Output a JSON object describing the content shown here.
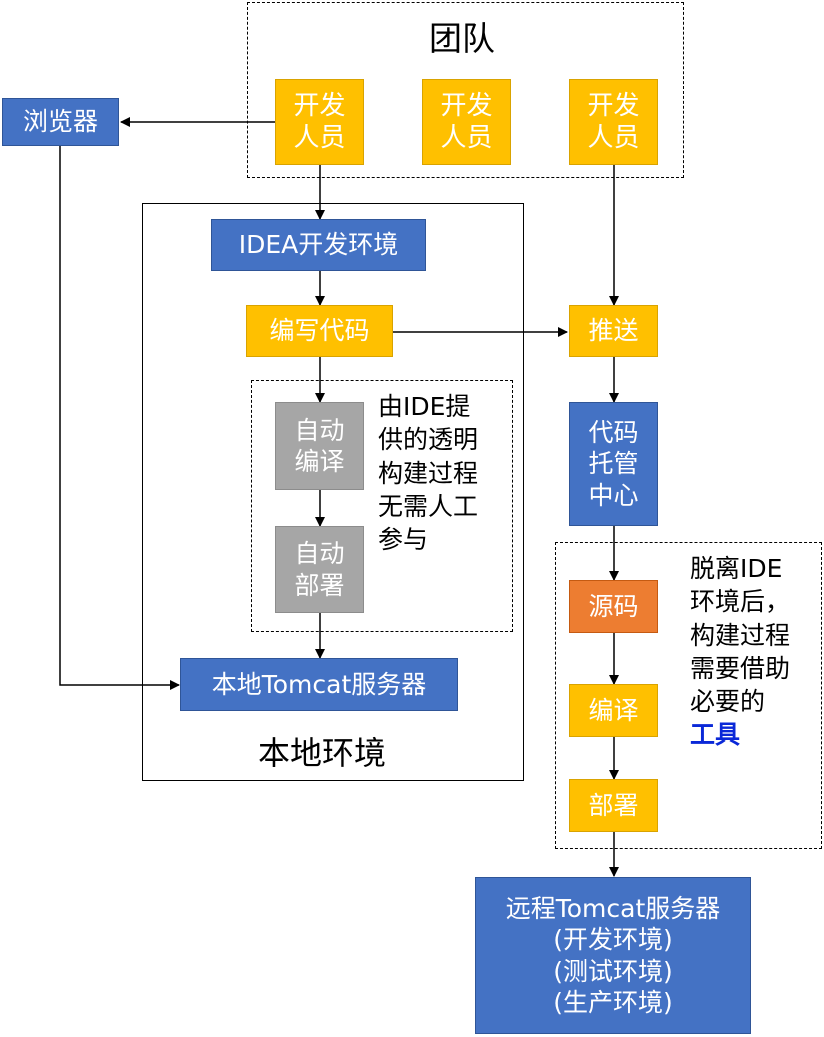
{
  "team": {
    "title": "团队",
    "developer_line1": "开发",
    "developer_line2": "人员"
  },
  "browser": "浏览器",
  "local": {
    "title": "本地环境",
    "idea": "IDEA开发环境",
    "write_code": "编写代码",
    "auto_compile_line1": "自动",
    "auto_compile_line2": "编译",
    "auto_deploy_line1": "自动",
    "auto_deploy_line2": "部署",
    "tomcat": "本地Tomcat服务器",
    "note_lines": [
      "由IDE提",
      "供的透明",
      "构建过程",
      "无需人工",
      "参与"
    ]
  },
  "remote": {
    "push": "推送",
    "code_hub_lines": [
      "代码",
      "托管",
      "中心"
    ],
    "source": "源码",
    "compile": "编译",
    "deploy": "部署",
    "note_lines": [
      "脱离IDE",
      "环境后，",
      "构建过程",
      "需要借助",
      "必要的"
    ],
    "note_highlight": "工具",
    "server_lines": [
      "远程Tomcat服务器",
      "(开发环境)",
      "(测试环境)",
      "(生产环境)"
    ]
  },
  "colors": {
    "yellow": "#ffc000",
    "blue": "#4472c4",
    "gray": "#a6a6a6",
    "orange": "#ed7d31",
    "highlight": "#0a28d8"
  }
}
